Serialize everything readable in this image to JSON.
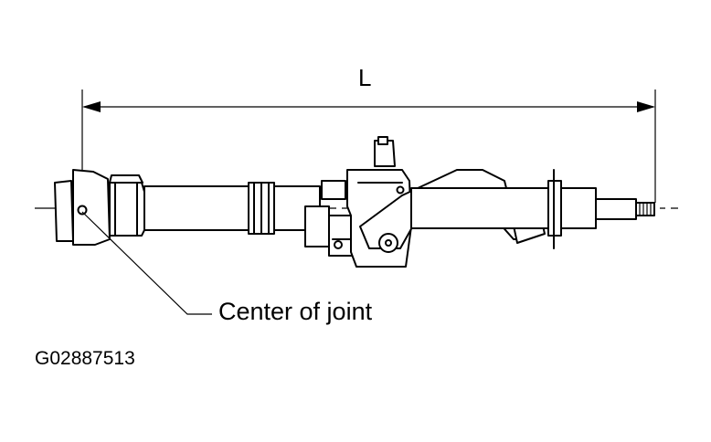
{
  "dimension": {
    "label": "L"
  },
  "callout": {
    "text": "Center of joint"
  },
  "figure": {
    "id": "G02887513"
  },
  "colors": {
    "ink": "#000000",
    "paper": "#ffffff"
  }
}
